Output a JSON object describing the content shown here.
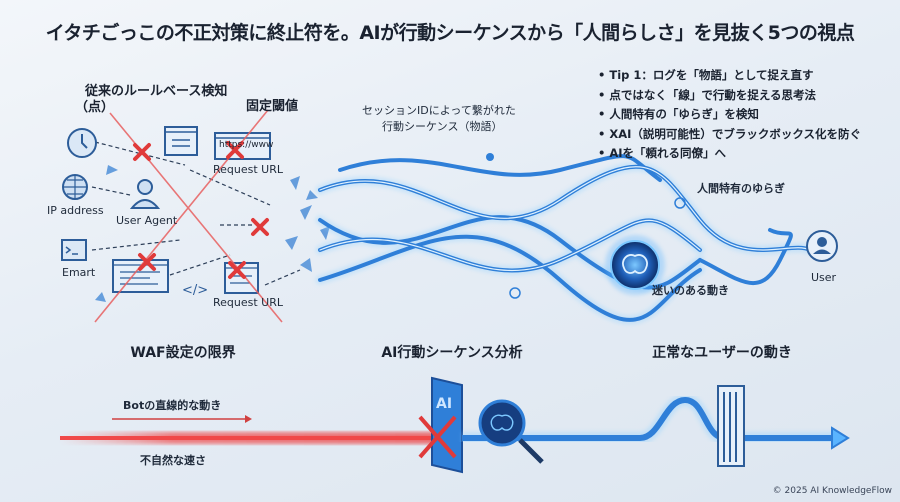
{
  "title": "イタチごっこの不正対策に終止符を。AIが行動シーケンスから「人間らしさ」を見抜く5つの視点",
  "left_panel": {
    "heading": "従来のルールベース検知",
    "heading_sub": "（点）",
    "threshold_label": "固定閾値",
    "nodes": {
      "url_top": "Request URL",
      "url_text": "https://www",
      "ip": "IP address",
      "user_agent": "User Agent",
      "emart": "Emart",
      "url_bottom": "Request URL",
      "code": "</>"
    },
    "section_label": "WAF設定の限界"
  },
  "middle_panel": {
    "caption_line1": "セッションIDによって繋がれた",
    "caption_line2": "行動シーケンス（物語）",
    "section_label": "AI行動シーケンス分析"
  },
  "right_panel": {
    "fluctuation_label": "人間特有のゆらぎ",
    "hesitation_label": "迷いのある動き",
    "user_label": "User",
    "section_label": "正常なユーザーの動き"
  },
  "tips": [
    "Tip 1：ログを「物語」として捉え直す",
    "点ではなく「線」で行動を捉える思考法",
    "人間特有の「ゆらぎ」を検知",
    "XAI（説明可能性）でブラックボックス化を防ぐ",
    "AIを「頼れる同僚」へ"
  ],
  "bottom": {
    "bot_label": "Botの直線的な動き",
    "speed_label": "不自然な速さ",
    "ai_panel_text": "AI"
  },
  "copyright": "© 2025 AI KnowledgeFlow",
  "colors": {
    "red": "#e04848",
    "blue": "#2f7fd8",
    "glow": "#5ab4ff",
    "text": "#1a2230"
  }
}
